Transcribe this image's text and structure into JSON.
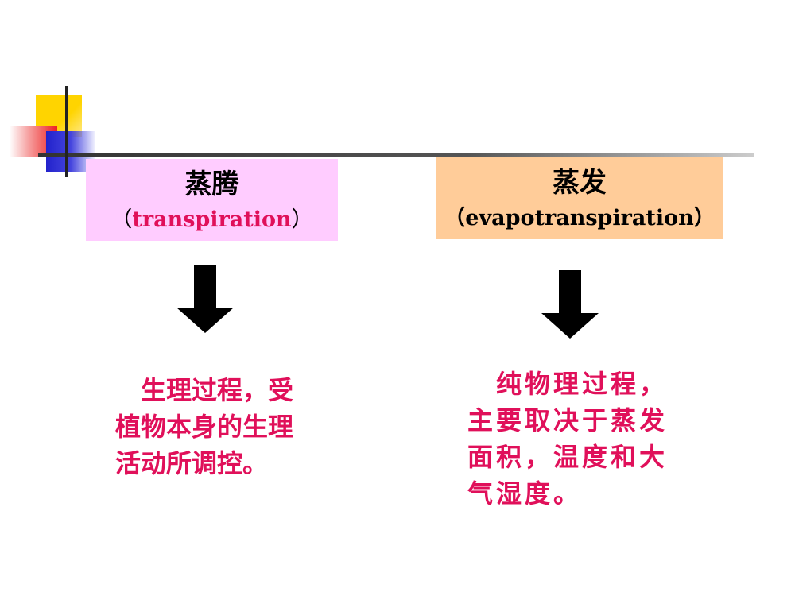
{
  "left": {
    "title": "蒸腾",
    "sub_open": "（",
    "sub_term": "transpiration",
    "sub_close": "）",
    "desc_lines": [
      "　生理过程，受",
      "植物本身的生理",
      "活动所调控。"
    ]
  },
  "right": {
    "title": "蒸发",
    "sub": "（evapotranspiration）",
    "desc_lines": [
      "　纯物理过程，",
      "主要取决于蒸发",
      "面积，温度和大",
      "气湿度。"
    ]
  },
  "colors": {
    "accent": "#e0105a",
    "left_box": "#ffccff",
    "right_box": "#ffcc99"
  },
  "icons": [
    "down-arrow-icon",
    "down-arrow-icon"
  ]
}
